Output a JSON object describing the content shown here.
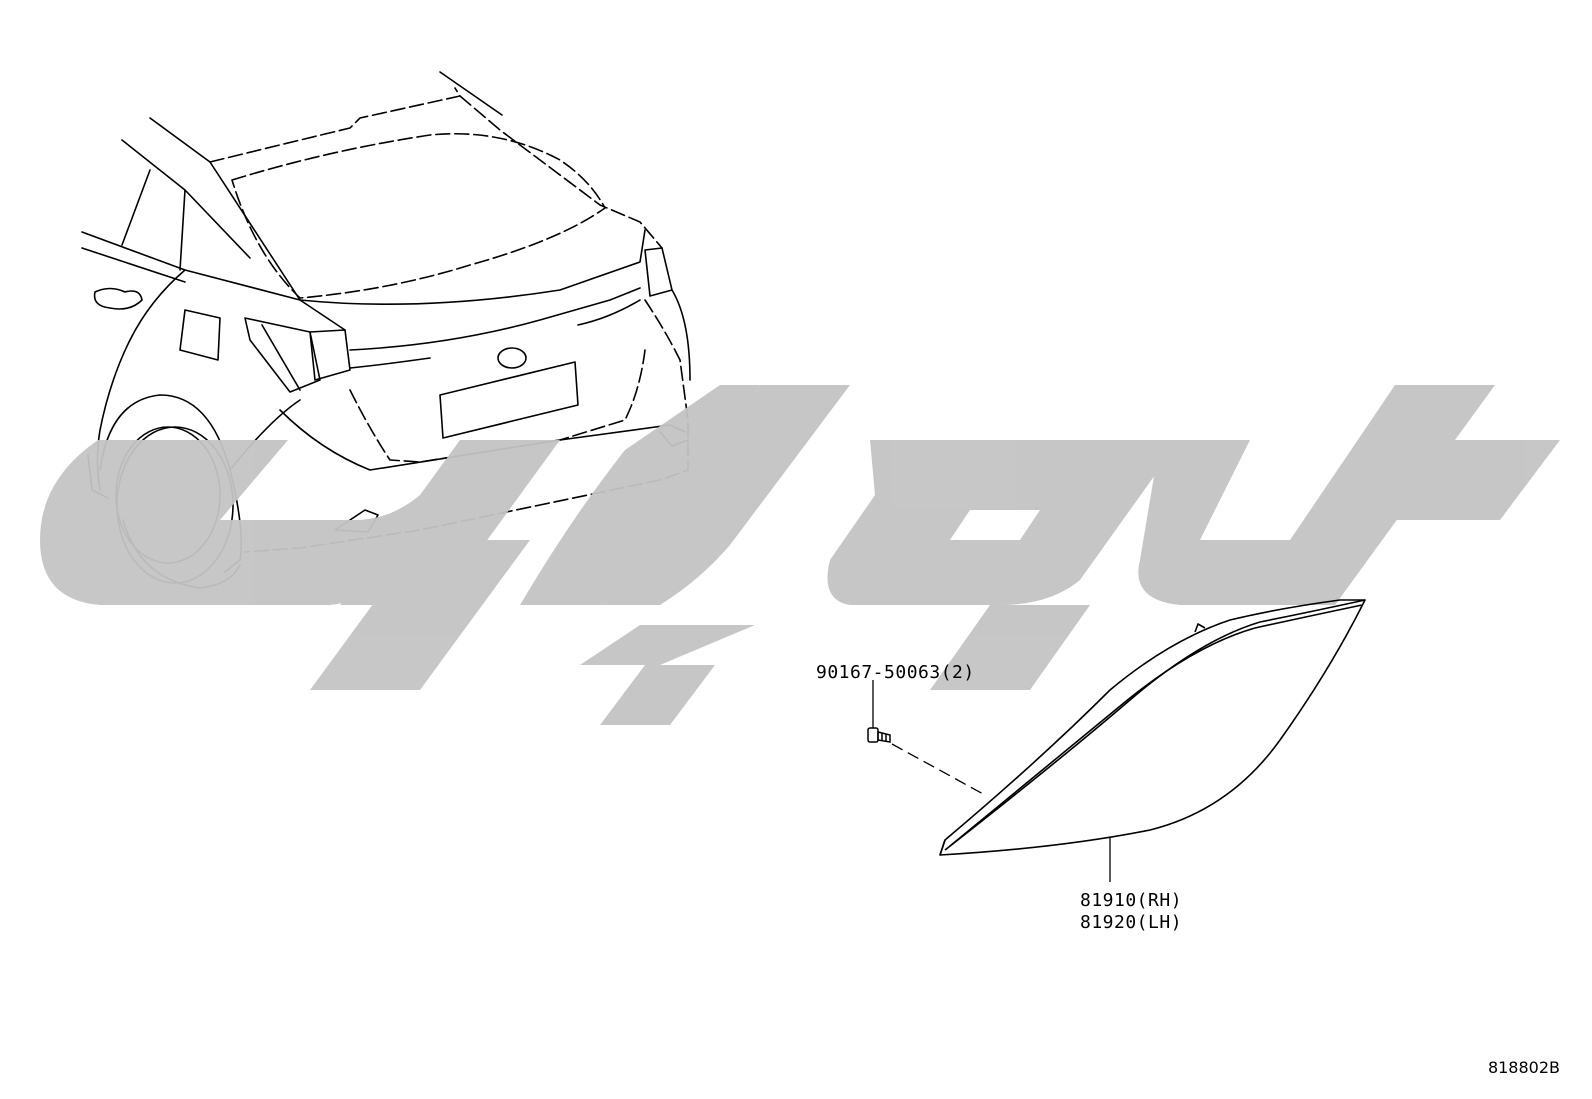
{
  "parts": {
    "bolt_label": "90167-50063(2)",
    "lamp_rh_label": "81910(RH)",
    "lamp_lh_label": "81920(LH)"
  },
  "diagram_id": "818802B",
  "colors": {
    "line": "#000000",
    "watermark": "#c4c4c4",
    "background": "#ffffff"
  }
}
